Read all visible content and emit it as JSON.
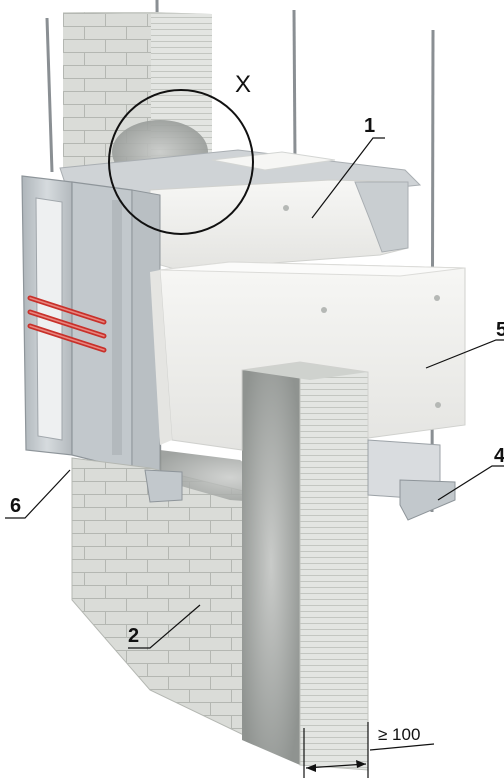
{
  "figure": {
    "detail_marker": "X",
    "callouts": [
      {
        "id": "1",
        "label": "1"
      },
      {
        "id": "2",
        "label": "2"
      },
      {
        "id": "4",
        "label": "4"
      },
      {
        "id": "5",
        "label": "5"
      },
      {
        "id": "6",
        "label": "6"
      }
    ],
    "dimension": {
      "label": "≥ 100"
    }
  },
  "colors": {
    "insulation_board": "#f1f1ef",
    "steel_frame": "#c4cace",
    "block_masonry": "#dadcd8",
    "fire_sealant": "#a9acaa",
    "pipe_red": "#c8302a",
    "line": "#111111"
  }
}
